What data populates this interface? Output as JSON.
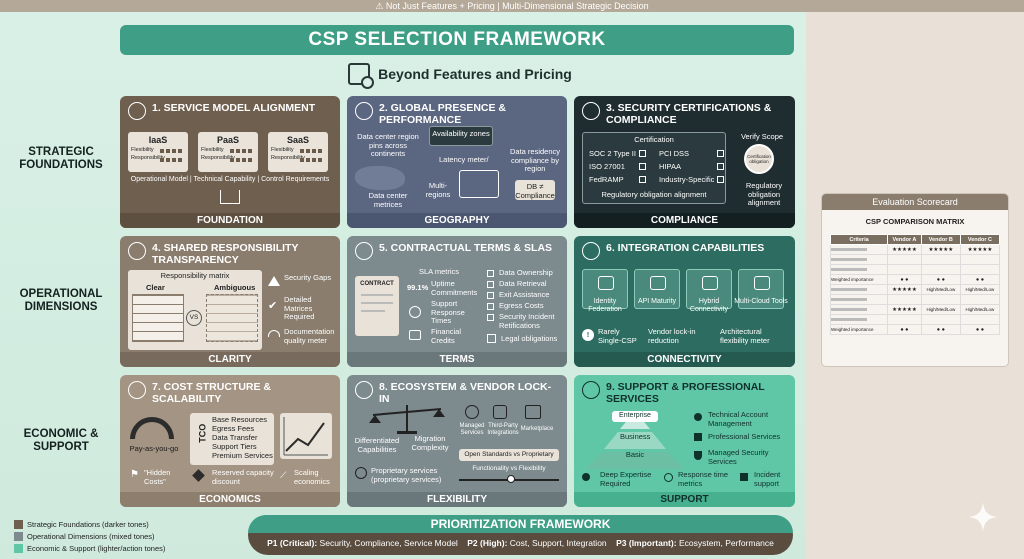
{
  "banner": "⚠ Not Just Features + Pricing | Multi-Dimensional Strategic Decision",
  "title": "CSP SELECTION FRAMEWORK",
  "subtitle": "Beyond Features and Pricing",
  "rows": {
    "strategic": "STRATEGIC FOUNDATIONS",
    "operational": "OPERATIONAL DIMENSIONS",
    "economic": "ECONOMIC & SUPPORT"
  },
  "cards": {
    "c1": {
      "title": "1. SERVICE MODEL ALIGNMENT",
      "footer": "FOUNDATION",
      "models": [
        "IaaS",
        "PaaS",
        "SaaS"
      ],
      "flex_label": "Flexibility",
      "resp_label": "Responsibility",
      "bottom": "Operational Model | Technical Capability | Control Requirements"
    },
    "c2": {
      "title": "2. GLOBAL PRESENCE & PERFORMANCE",
      "footer": "GEOGRAPHY",
      "t1": "Data center region pins across continents",
      "t2": "Availability zones",
      "t3": "Latency meter/",
      "t4": "Data residency compliance by region",
      "t5": "Data center metrices",
      "t6": "Multi-regions",
      "t7": "DB ≠ Compliance"
    },
    "c3": {
      "title": "3. SECURITY CERTIFICATIONS & COMPLIANCE",
      "footer": "COMPLIANCE",
      "cert_header": "Certification",
      "certs": [
        "SOC 2 Type II",
        "ISO 27001",
        "FedRAMP",
        "PCI DSS",
        "HIPAA",
        "Industry-Specific"
      ],
      "reg": "Regulatory obligation alignment",
      "verify": "Verify Scope",
      "magnifier": "Certification obligation",
      "reg2": "Regulatory obligation alignment"
    },
    "c4": {
      "title": "4. SHARED RESPONSIBILITY TRANSPARENCY",
      "footer": "CLARITY",
      "matrix": "Responsibility matrix",
      "clear": "Clear",
      "ambiguous": "Ambiguous",
      "vs": "VS",
      "i1": "Security Gaps",
      "i2": "Detailed Matrices Required",
      "i3": "Documentation quality meter"
    },
    "c5": {
      "title": "5. CONTRACTUAL TERMS & SLAs",
      "footer": "TERMS",
      "contract": "CONTRACT",
      "sla_metrics": "SLA metrics",
      "uptime_val": "99.1%",
      "uptime": "Uptime Commitments",
      "support": "Support Response Times",
      "credits": "Financial Credits",
      "list": [
        "Data Ownership",
        "Data Retrieval",
        "Exit Assistance",
        "Egress Costs",
        "Security Incident Retifications"
      ],
      "legal": "Legal obligations"
    },
    "c6": {
      "title": "6. INTEGRATION CAPABILITIES",
      "footer": "CONNECTIVITY",
      "tiles": [
        "Identity Federation",
        "API Maturity",
        "Hybrid Connectivity",
        "Multi-Cloud Tools"
      ],
      "b1": "Rarely Single-CSP",
      "b2": "Vendor lock-in reduction",
      "b3": "Architectural flexibility meter"
    },
    "c7": {
      "title": "7. COST STRUCTURE & SCALABILITY",
      "footer": "ECONOMICS",
      "gauge": "Pay-as-you-go",
      "tco": "TCO",
      "items": [
        "Base Resources",
        "Egress Fees",
        "Data Transfer",
        "Support Tiers",
        "Premium Services"
      ],
      "hidden": "\"Hidden Costs\"",
      "reserved": "Reserved capacity discount",
      "scaling": "Scaling economics"
    },
    "c8": {
      "title": "8. ECOSYSTEM & VENDOR LOCK-IN",
      "footer": "FLEXIBILITY",
      "diff": "Differentiated Capabilities",
      "mig": "Migration Complexity",
      "m1": "Managed Services",
      "m2": "Third-Party Integrations",
      "m3": "Marketplace",
      "open": "Open Standards vs Proprietary",
      "func": "Functionality vs Flexibility",
      "prop": "Proprietary services (proprietary services)"
    },
    "c9": {
      "title": "9. SUPPORT & PROFESSIONAL SERVICES",
      "footer": "SUPPORT",
      "tiers": [
        "Enterprise",
        "Business",
        "Basic"
      ],
      "right": [
        "Technical Account Management",
        "Professional Services",
        "Managed Security Services"
      ],
      "b1": "Deep Expertise Required",
      "b2": "Response time metrics",
      "b3": "Incident support"
    }
  },
  "priority": {
    "title": "PRIORITIZATION FRAMEWORK",
    "p1_label": "P1 (Critical):",
    "p1": "Security, Compliance, Service Model",
    "p2_label": "P2 (High):",
    "p2": "Cost, Support, Integration",
    "p3_label": "P3 (Important):",
    "p3": "Ecosystem, Performance"
  },
  "legend": [
    {
      "label": "Strategic Foundations (darker tones)",
      "color": "#6f5f4f"
    },
    {
      "label": "Operational Dimensions (mixed tones)",
      "color": "#7d8a8e"
    },
    {
      "label": "Economic & Support (lighter/action tones)",
      "color": "#5fc7a5"
    }
  ],
  "scorecard": {
    "title": "Evaluation Scorecard",
    "matrix": "CSP COMPARISON MATRIX",
    "headers": [
      "Criteria",
      "Vendor A",
      "Vendor B",
      "Vendor C"
    ],
    "weighted": "Weighted importance",
    "stars": "★★★★★",
    "hml": "High/Med/Low"
  }
}
